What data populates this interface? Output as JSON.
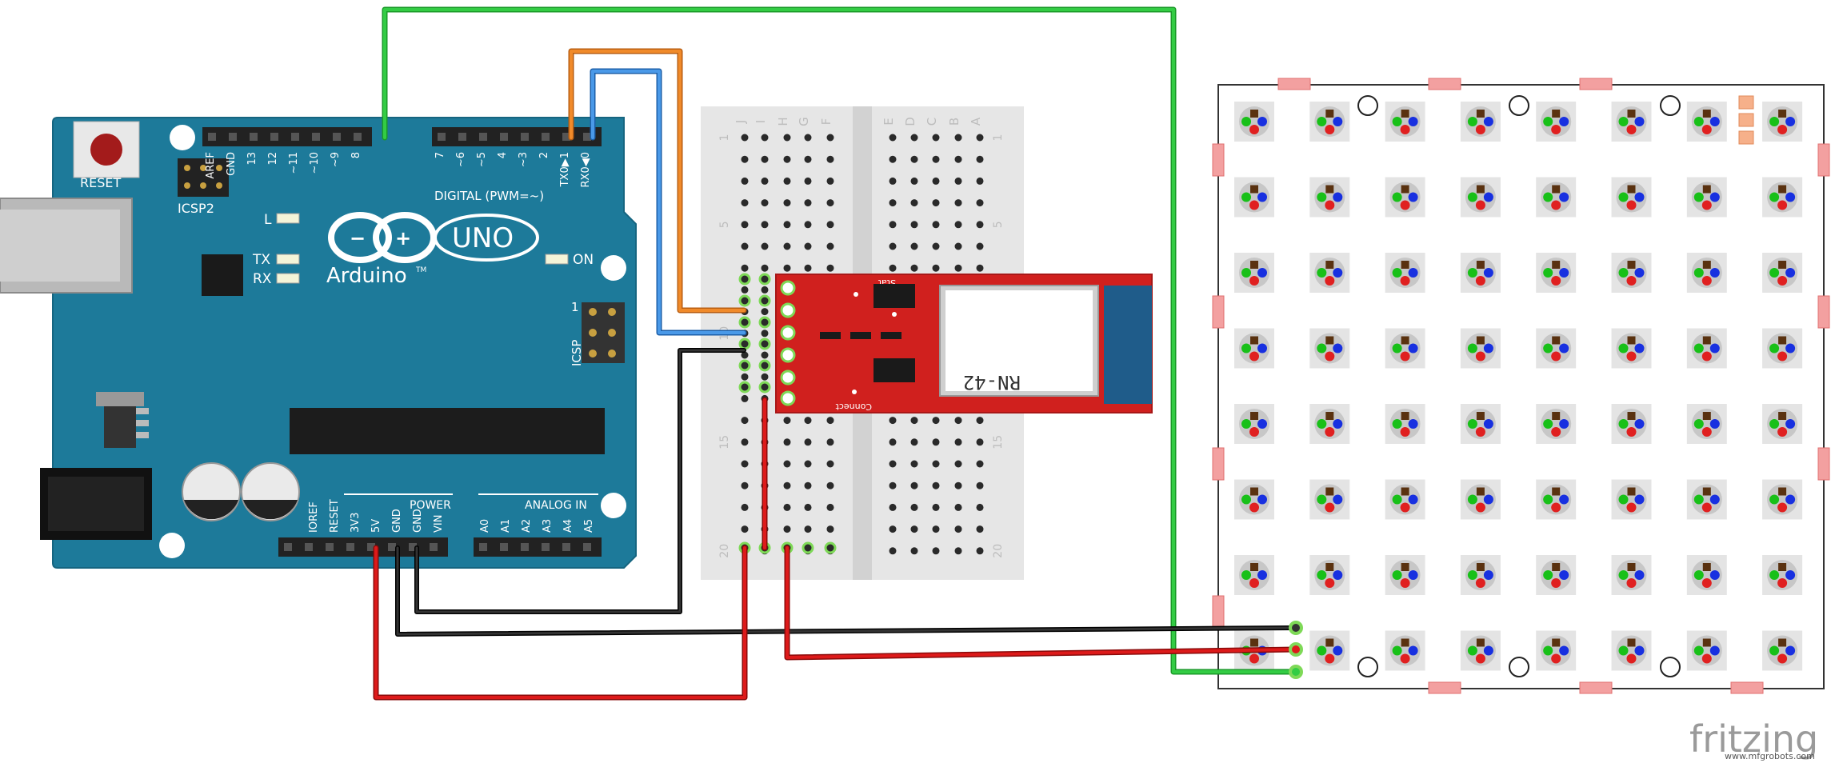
{
  "arduino": {
    "reset_label": "RESET",
    "icsp2_label": "ICSP2",
    "l_label": "L",
    "tx_label": "TX",
    "rx_label": "RX",
    "on_label": "ON",
    "uno_label": "UNO",
    "brand_label": "Arduino",
    "tm_label": "TM",
    "digital_label": "DIGITAL (PWM=~)",
    "icsp_label": "ICSP",
    "icsp_pin1": "1",
    "power_label": "POWER",
    "analog_label": "ANALOG IN",
    "digital_pins_left": [
      "AREF",
      "GND",
      "13",
      "12",
      "~11",
      "~10",
      "~9",
      "8"
    ],
    "digital_pins_right": [
      "7",
      "~6",
      "~5",
      "4",
      "~3",
      "2",
      "TX0▶1",
      "RX0◀0"
    ],
    "power_pins": [
      "IOREF",
      "RESET",
      "3V3",
      "5V",
      "GND",
      "GND",
      "VIN"
    ],
    "analog_pins": [
      "A0",
      "A1",
      "A2",
      "A3",
      "A4",
      "A5"
    ]
  },
  "breadboard": {
    "col_letters_left": [
      "J",
      "I",
      "H",
      "G",
      "F"
    ],
    "col_letters_right": [
      "E",
      "D",
      "C",
      "B",
      "A"
    ],
    "row_numbers": [
      "1",
      "5",
      "10",
      "15",
      "20"
    ]
  },
  "bluetooth": {
    "module_label": "RN-42",
    "stat_label": "Stat",
    "connect_label": "Connect"
  },
  "matrix": {
    "rows": 8,
    "cols": 8
  },
  "footer": {
    "brand": "fritzing",
    "watermark": "www.mfgrobots.com"
  },
  "colors": {
    "arduino_board": "#1d7a9a",
    "breadboard": "#e6e6e6",
    "bt_board": "#d0201e",
    "wire_green": "#22bb33",
    "wire_orange": "#e07820",
    "wire_blue": "#3a86d6",
    "wire_black": "#1a1a1a",
    "wire_red": "#cc1111"
  }
}
